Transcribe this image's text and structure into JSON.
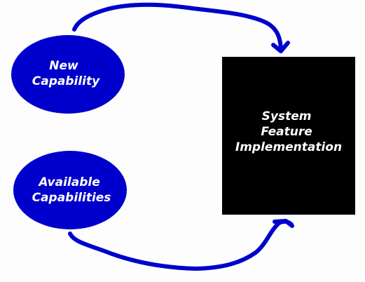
{
  "nodes": {
    "new_capability": {
      "lines": [
        "New",
        "Capability"
      ]
    },
    "available_capabilities": {
      "lines": [
        "Available",
        "Capabilities"
      ]
    },
    "system_feature": {
      "lines": [
        "System",
        "Feature",
        "Implementation"
      ]
    }
  },
  "colors": {
    "ellipse_fill": "#0000cc",
    "arrow_stroke": "#0000cc",
    "box_fill": "#000000",
    "label_text": "#ffffff"
  }
}
